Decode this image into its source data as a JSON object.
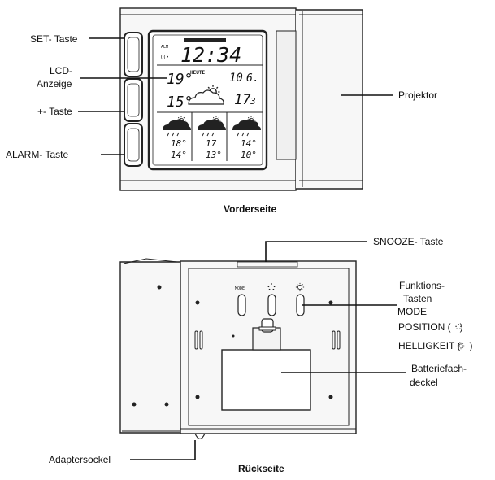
{
  "front": {
    "caption": "Vorderseite",
    "labels": {
      "set": "SET- Taste",
      "lcd_line1": "LCD-",
      "lcd_line2": "Anzeige",
      "plus": "+- Taste",
      "alarm": "ALARM- Taste",
      "projector": "Projektor"
    },
    "lcd": {
      "time": "12:34",
      "today": "HEUTE",
      "date_day": "10",
      "date_month": "6.",
      "outdoor_temp": "19°",
      "indoor_temp": "15°",
      "big_right": "17",
      "big_right_small": "3",
      "forecast": [
        {
          "max": "18°",
          "min": "14°"
        },
        {
          "max": "17",
          "min": "13°"
        },
        {
          "max": "14°",
          "min": "10°"
        }
      ]
    }
  },
  "back": {
    "caption": "Rückseite",
    "labels": {
      "snooze": "SNOOZE- Taste",
      "function_line1": "Funktions-",
      "function_line2": "Tasten",
      "mode": "MODE",
      "position": "POSITION (",
      "position_suffix": ")",
      "brightness": "HELLIGKEIT (",
      "brightness_suffix": ")",
      "battery_line1": "Batteriefach-",
      "battery_line2": "deckel",
      "adapter": "Adaptersockel"
    },
    "mode_key_text": "MODE"
  },
  "colors": {
    "line": "#222222",
    "device_fill": "#f7f7f7",
    "lcd_fill": "#ffffff"
  },
  "icons": [
    "sun-cloud-icon",
    "rain-cloud-icon",
    "position-icon",
    "brightness-icon"
  ]
}
